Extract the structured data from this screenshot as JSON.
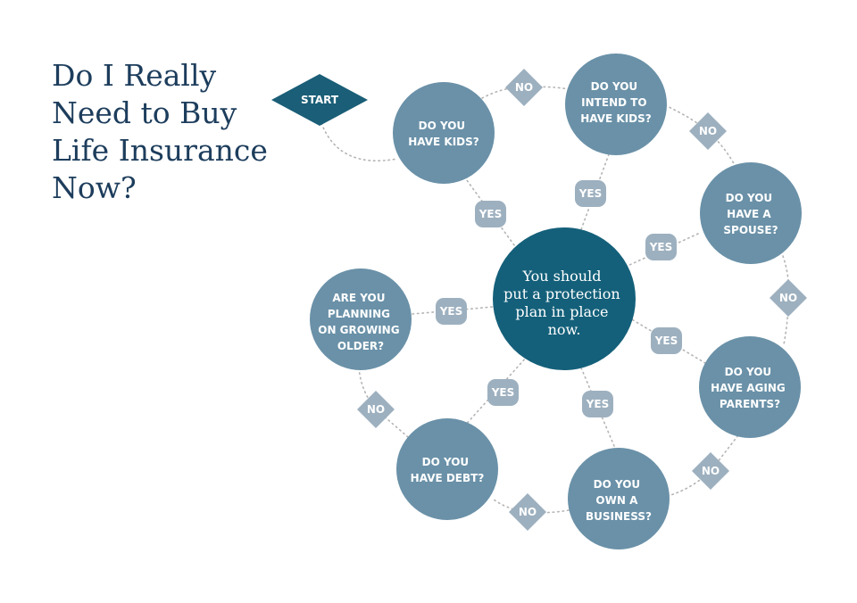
{
  "title_lines": [
    "Do I Really",
    "Need to Buy",
    "Life Insurance",
    "Now?"
  ],
  "start_label": "START",
  "center_lines": [
    "You should",
    "put a protection",
    "plan in place",
    "now."
  ],
  "questions": {
    "kids": [
      "DO YOU",
      "HAVE KIDS?"
    ],
    "intend_kids": [
      "DO YOU",
      "INTEND TO",
      "HAVE KIDS?"
    ],
    "spouse": [
      "DO YOU",
      "HAVE A",
      "SPOUSE?"
    ],
    "aging_parents": [
      "DO YOU",
      "HAVE AGING",
      "PARENTS?"
    ],
    "business": [
      "DO YOU",
      "OWN A",
      "BUSINESS?"
    ],
    "debt": [
      "DO YOU",
      "HAVE DEBT?"
    ],
    "growing_older": [
      "ARE YOU",
      "PLANNING",
      "ON GROWING",
      "OLDER?"
    ]
  },
  "yes_label": "YES",
  "no_label": "NO",
  "colors": {
    "title": "#1d3d5c",
    "center": "#14607a",
    "start": "#1a5e77",
    "question": "#6a91a8",
    "badge": "#9db0bf",
    "connector": "#b4b4b4"
  }
}
